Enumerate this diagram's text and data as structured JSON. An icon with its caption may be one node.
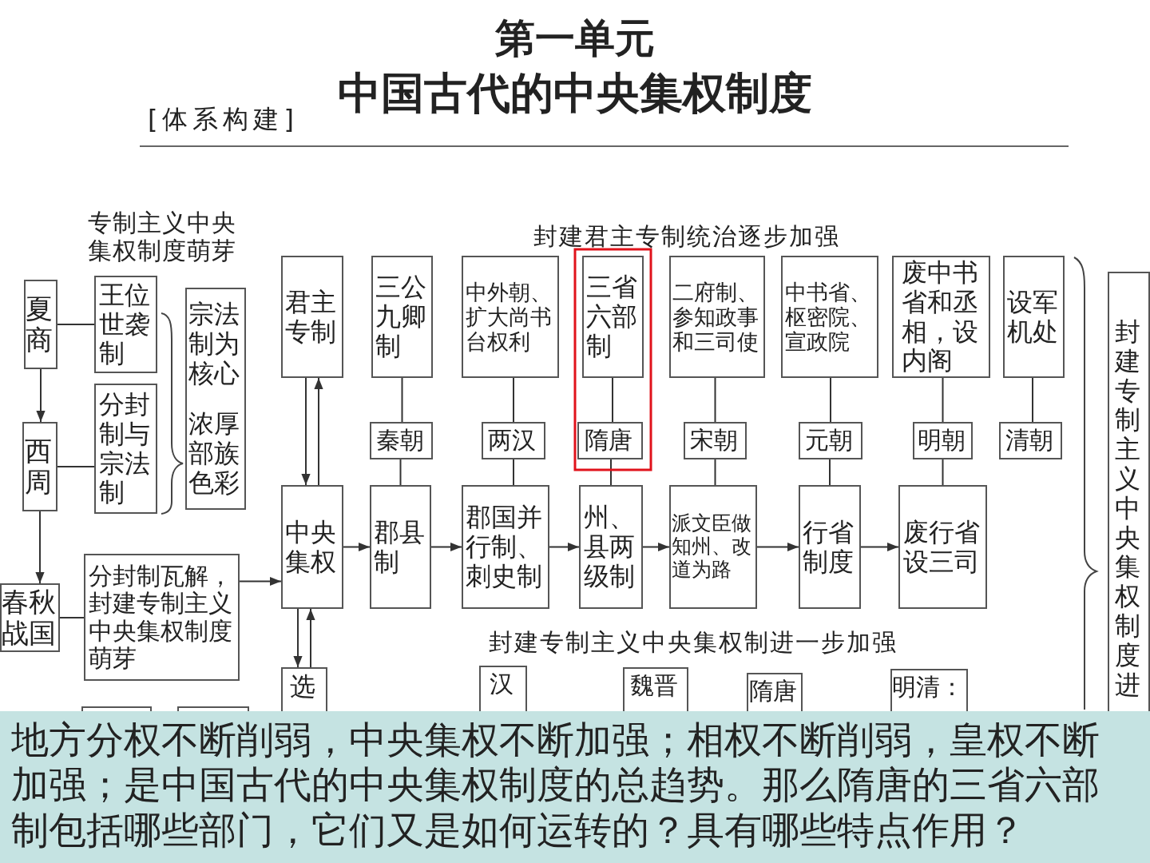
{
  "diagram": {
    "title": "第一单元",
    "labels": [
      "中国古代的中央集权制度",
      "[体系构建]",
      "专制主义中央集权制度萌芽",
      "封建君主专制统治逐步加强",
      "封建专制主义中央集权制进一步加强"
    ],
    "nodes": [
      {
        "text": [
          "夏商"
        ]
      },
      {
        "text": [
          "西周"
        ]
      },
      {
        "text": [
          "春秋战国"
        ]
      },
      {
        "text": [
          "王位世袭制"
        ]
      },
      {
        "text": [
          "分封制与宗法制"
        ]
      },
      {
        "text": [
          "宗法制为核心",
          "浓厚部族色彩"
        ]
      },
      {
        "text": [
          "分封制瓦解，封建专制主义中央集权制度萌芽"
        ]
      },
      {
        "text": [
          "君主专制"
        ]
      },
      {
        "text": [
          "中央集权"
        ]
      },
      {
        "text": [
          "选"
        ]
      },
      {
        "text": [
          "三公九卿制"
        ]
      },
      {
        "text": [
          "秦朝"
        ]
      },
      {
        "text": [
          "郡县制"
        ]
      },
      {
        "text": [
          "中外朝、扩大尚书台权利"
        ]
      },
      {
        "text": [
          "两汉"
        ]
      },
      {
        "text": [
          "郡国并行制、刺史制"
        ]
      },
      {
        "text": [
          "三省六部制"
        ]
      },
      {
        "text": [
          "隋唐"
        ]
      },
      {
        "text": [
          "州、县两级制"
        ]
      },
      {
        "text": [
          "二府制、参知政事和三司使"
        ]
      },
      {
        "text": [
          "宋朝"
        ]
      },
      {
        "text": [
          "派文臣做知州、改道为路"
        ]
      },
      {
        "text": [
          "中书省、枢密院、宣政院"
        ]
      },
      {
        "text": [
          "元朝"
        ]
      },
      {
        "text": [
          "行省制度"
        ]
      },
      {
        "text": [
          "废中书省和丞相，设内阁"
        ]
      },
      {
        "text": [
          "明朝"
        ]
      },
      {
        "text": [
          "废行省设三司"
        ]
      },
      {
        "text": [
          "设军机处"
        ]
      },
      {
        "text": [
          "清朝"
        ]
      },
      {
        "text": [
          "封建专制主义中央集权制度进"
        ]
      },
      {
        "text": [],
        "shape": "box"
      },
      {
        "text": [],
        "shape": "box"
      },
      {
        "text": [
          "汉"
        ]
      },
      {
        "text": [
          "魏晋"
        ]
      },
      {
        "text": [
          "隋唐"
        ]
      },
      {
        "text": [
          "明清："
        ]
      },
      {
        "text": [
          "地方分权不断削弱，中央集权不断加强；相权不断削弱，皇权不断加强；是中国古代的中央集权制度的总趋势。那么隋唐的三省六部制包括哪些部门，它们又是如何运转的？具有哪些特点作用？"
        ]
      }
    ],
    "edges": [
      {
        "from": 0,
        "to": 1,
        "arrow": "to"
      },
      {
        "from": 1,
        "to": 2,
        "arrow": "to"
      },
      {
        "from": 0,
        "to": 3,
        "arrow": "none"
      },
      {
        "from": 1,
        "to": 4,
        "arrow": "none"
      },
      {
        "from": 2,
        "to": 6,
        "arrow": "none"
      },
      {
        "from": 6,
        "to": 8,
        "arrow": "to"
      },
      {
        "from": 7,
        "to": 8,
        "arrow": "to"
      },
      {
        "from": 8,
        "to": 7,
        "arrow": "to"
      },
      {
        "from": 8,
        "to": 9,
        "arrow": "to"
      },
      {
        "from": 9,
        "to": 8,
        "arrow": "to"
      },
      {
        "from": 10,
        "to": 11,
        "arrow": "none"
      },
      {
        "from": 11,
        "to": 12,
        "arrow": "none"
      },
      {
        "from": 13,
        "to": 14,
        "arrow": "none"
      },
      {
        "from": 14,
        "to": 15,
        "arrow": "none"
      },
      {
        "from": 16,
        "to": 17,
        "arrow": "none"
      },
      {
        "from": 17,
        "to": 18,
        "arrow": "none"
      },
      {
        "from": 19,
        "to": 20,
        "arrow": "none"
      },
      {
        "from": 20,
        "to": 21,
        "arrow": "none"
      },
      {
        "from": 22,
        "to": 23,
        "arrow": "none"
      },
      {
        "from": 23,
        "to": 24,
        "arrow": "none"
      },
      {
        "from": 25,
        "to": 26,
        "arrow": "none"
      },
      {
        "from": 26,
        "to": 27,
        "arrow": "none"
      },
      {
        "from": 28,
        "to": 29,
        "arrow": "none"
      },
      {
        "from": 8,
        "to": 12,
        "arrow": "to"
      },
      {
        "from": 12,
        "to": 15,
        "arrow": "to"
      },
      {
        "from": 15,
        "to": 18,
        "arrow": "to"
      },
      {
        "from": 18,
        "to": 21,
        "arrow": "to"
      },
      {
        "from": 21,
        "to": 24,
        "arrow": "to"
      },
      {
        "from": 24,
        "to": 27,
        "arrow": "to"
      }
    ]
  }
}
